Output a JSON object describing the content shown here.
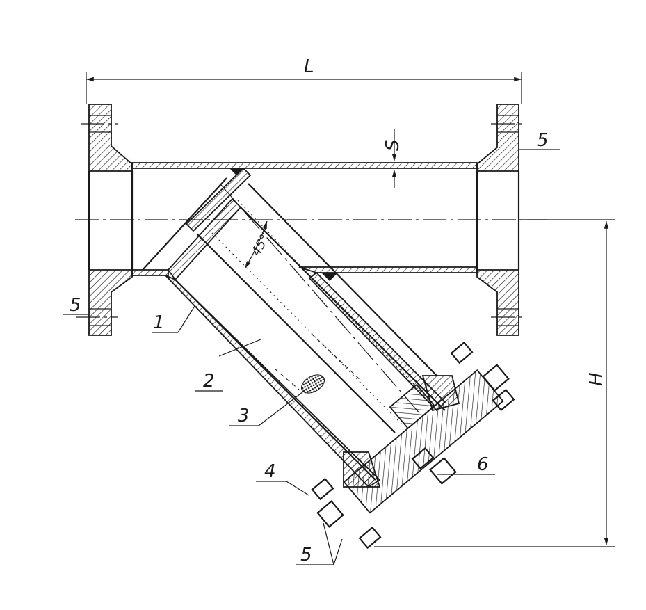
{
  "dimensions": {
    "length": "L",
    "height": "H",
    "wall": "S",
    "angle": "45°"
  },
  "callouts": {
    "c1": "1",
    "c2": "2",
    "c3": "3",
    "c4": "4",
    "c5_top_right": "5",
    "c5_left": "5",
    "c5_bottom": "5",
    "c6": "6"
  }
}
